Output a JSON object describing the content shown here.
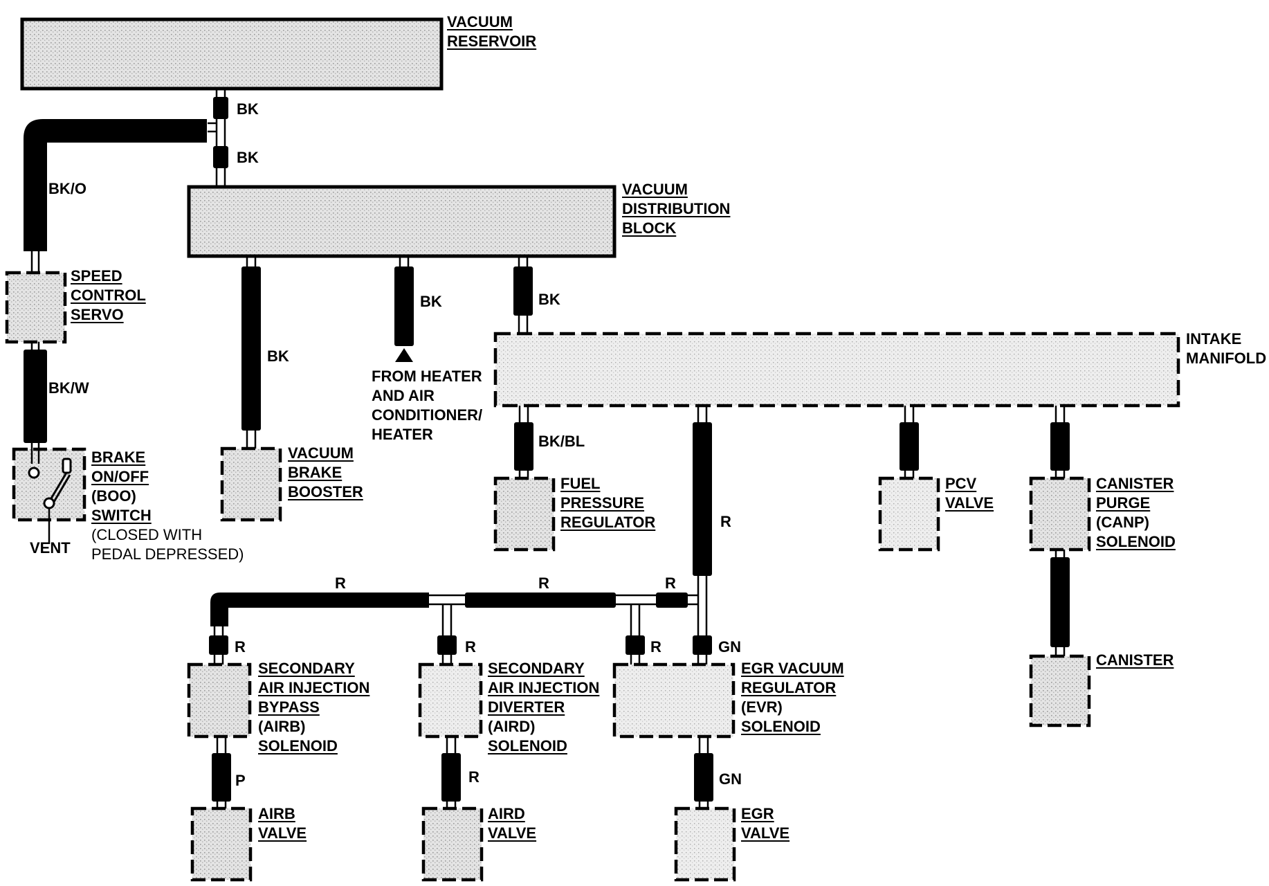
{
  "components": {
    "vacuum_reservoir": [
      "VACUUM",
      "RESERVOIR"
    ],
    "vacuum_distribution_block": [
      "VACUUM",
      "DISTRIBUTION",
      "BLOCK"
    ],
    "intake_manifold": [
      "INTAKE",
      "MANIFOLD"
    ],
    "speed_control_servo": [
      "SPEED",
      "CONTROL",
      "SERVO"
    ],
    "boo_switch": [
      "BRAKE",
      "ON/OFF",
      "(BOO)",
      "SWITCH",
      "(CLOSED WITH",
      "PEDAL DEPRESSED)"
    ],
    "vent": "VENT",
    "vacuum_brake_booster": [
      "VACUUM",
      "BRAKE",
      "BOOSTER"
    ],
    "from_heater": [
      "FROM HEATER",
      "AND AIR",
      "CONDITIONER/",
      "HEATER"
    ],
    "fuel_pressure_regulator": [
      "FUEL",
      "PRESSURE",
      "REGULATOR"
    ],
    "pcv_valve": [
      "PCV",
      "VALVE"
    ],
    "canp_solenoid": [
      "CANISTER",
      "PURGE",
      "(CANP)",
      "SOLENOID"
    ],
    "canister": [
      "CANISTER"
    ],
    "airb_solenoid": [
      "SECONDARY",
      "AIR INJECTION",
      "BYPASS",
      "(AIRB)",
      "SOLENOID"
    ],
    "aird_solenoid": [
      "SECONDARY",
      "AIR INJECTION",
      "DIVERTER",
      "(AIRD)",
      "SOLENOID"
    ],
    "evr_solenoid": [
      "EGR VACUUM",
      "REGULATOR",
      "(EVR)",
      "SOLENOID"
    ],
    "airb_valve": [
      "AIRB",
      "VALVE"
    ],
    "aird_valve": [
      "AIRD",
      "VALVE"
    ],
    "egr_valve": [
      "EGR",
      "VALVE"
    ]
  },
  "hose_colors": {
    "reservoir_upper": "BK",
    "reservoir_lower": "BK",
    "speed_servo_feed": "BK/O",
    "boo_feed": "BK/W",
    "brake_booster": "BK",
    "heater": "BK",
    "manifold_feed": "BK",
    "fuel_reg": "BK/BL",
    "evr_main": "R",
    "branch_left": "R",
    "branch_mid": "R",
    "branch_right": "R",
    "airb_sol": "R",
    "aird_sol": "R",
    "evr_r": "R",
    "evr_gn": "GN",
    "airb_valve": "P",
    "aird_valve": "R",
    "egr_valve": "GN"
  }
}
